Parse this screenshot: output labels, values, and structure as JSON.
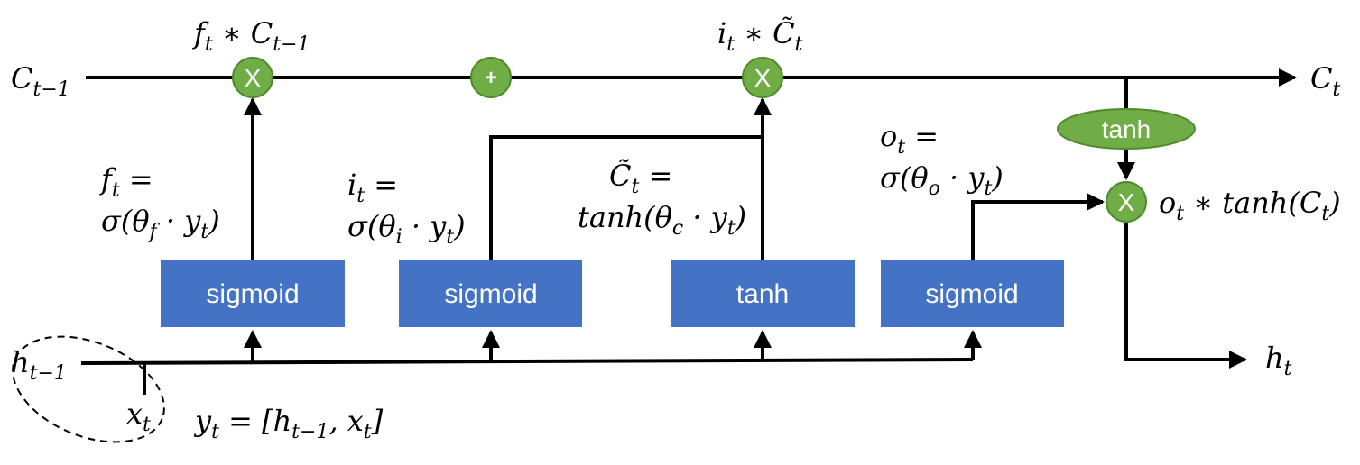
{
  "colors": {
    "gate_box": "#4472C4",
    "operator": "#70AD47",
    "operator_border": "#4E8A2E",
    "line": "#000000"
  },
  "gates": [
    {
      "id": "forget",
      "label": "sigmoid",
      "eq_line1": "f_t =",
      "eq_line2": "σ(θ_f · y_t)"
    },
    {
      "id": "input",
      "label": "sigmoid",
      "eq_line1": "i_t =",
      "eq_line2": "σ(θ_i · y_t)"
    },
    {
      "id": "candidate",
      "label": "tanh",
      "eq_line1": "C̃_t =",
      "eq_line2": "tanh(θ_c · y_t)"
    },
    {
      "id": "output",
      "label": "sigmoid",
      "eq_line1": "o_t =",
      "eq_line2": "σ(θ_o · y_t)"
    }
  ],
  "operators": {
    "forget_mult": "X",
    "cell_add": "+",
    "input_mult": "X",
    "output_mult": "X",
    "cell_tanh": "tanh"
  },
  "labels": {
    "c_prev": "C_{t−1}",
    "c_next": "C_t",
    "h_prev": "h_{t−1}",
    "x_t": "x_t",
    "h_next": "h_t",
    "y_def": "y_t = [h_{t−1}, x_t]",
    "forget_product": "f_t ∗ C_{t−1}",
    "input_product": "i_t ∗ C̃_t",
    "output_product": "o_t ∗ tanh(C_t)"
  }
}
